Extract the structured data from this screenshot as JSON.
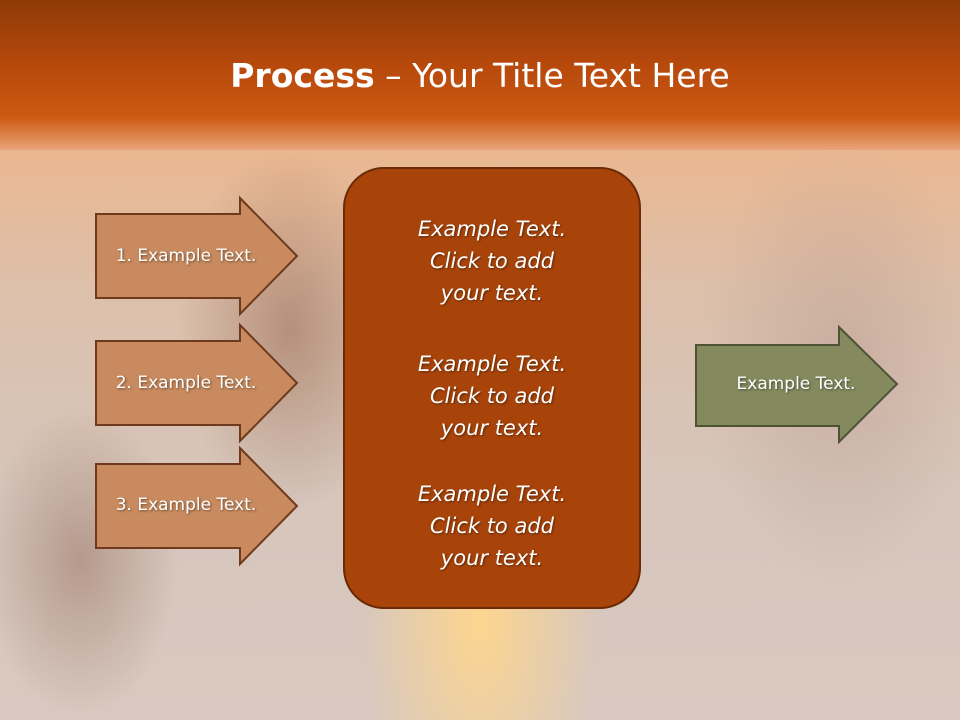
{
  "slide": {
    "title_bold": "Process",
    "title_rest": " – Your Title Text Here"
  },
  "steps": [
    {
      "label": "1. Example Text."
    },
    {
      "label": "2. Example Text."
    },
    {
      "label": "3. Example Text."
    }
  ],
  "center_box": {
    "items": [
      {
        "text": "Example Text.\nClick  to add\nyour text."
      },
      {
        "text": "Example Text.\nClick  to add\nyour text."
      },
      {
        "text": "Example Text.\nClick  to add\nyour text."
      }
    ]
  },
  "result": {
    "label": "Example Text."
  },
  "colors": {
    "header": "#b4470b",
    "step_fill": "#c88a5e",
    "center_fill": "#a8440a",
    "result_fill": "#848a5e"
  }
}
